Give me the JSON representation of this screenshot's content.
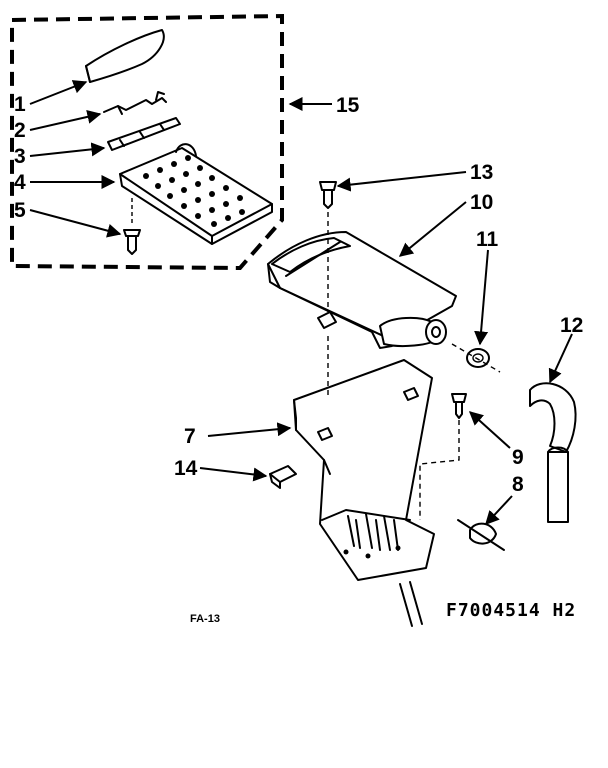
{
  "diagram": {
    "callouts": {
      "c1": "1",
      "c2": "2",
      "c3": "3",
      "c4": "4",
      "c5": "5",
      "c7": "7",
      "c8": "8",
      "c9": "9",
      "c10": "10",
      "c11": "11",
      "c12": "12",
      "c13": "13",
      "c14": "14",
      "c15": "15"
    },
    "figure_code": "FA-13",
    "drawing_number": "F7004514 H2"
  },
  "colors": {
    "ink": "#000000",
    "paper": "#ffffff"
  }
}
